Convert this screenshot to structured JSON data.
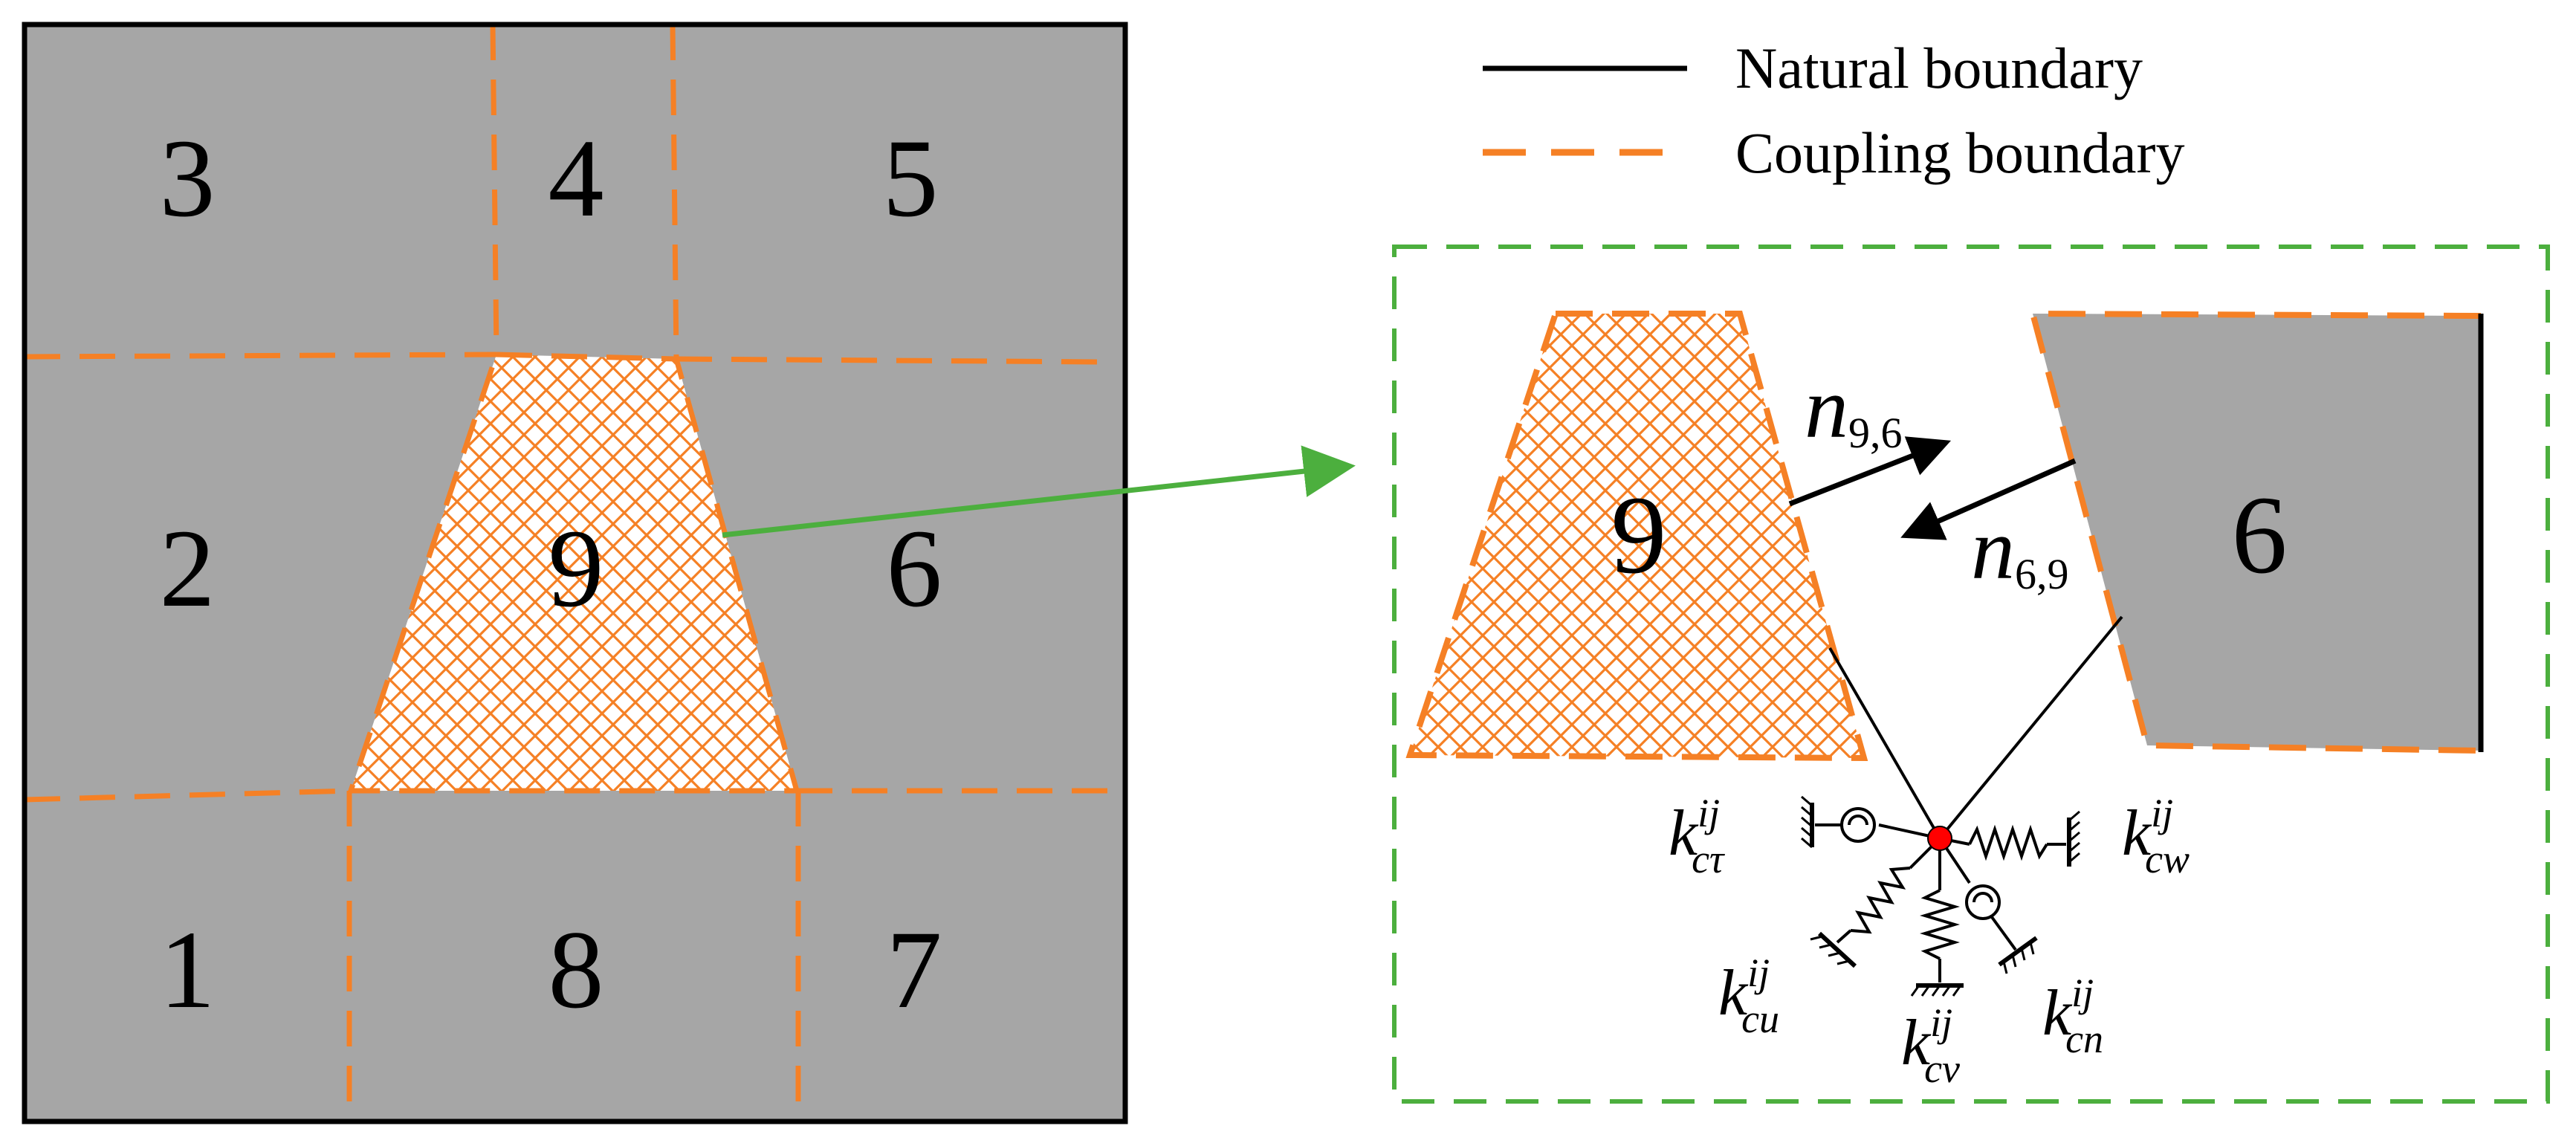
{
  "legend": {
    "natural_label": "Natural boundary",
    "coupling_label": "Coupling boundary"
  },
  "colors": {
    "region_fill": "#a6a6a6",
    "coupling": "#f58025",
    "frame": "#000000",
    "zoom_box": "#4caf3e",
    "node": "#ff0000"
  },
  "regions": {
    "r1": "1",
    "r2": "2",
    "r3": "3",
    "r4": "4",
    "r5": "5",
    "r6": "6",
    "r7": "7",
    "r8": "8",
    "r9": "9"
  },
  "zoom": {
    "label_9": "9",
    "label_6": "6",
    "normal_96": {
      "base": "n",
      "sub": "9,6"
    },
    "normal_69": {
      "base": "n",
      "sub": "6,9"
    }
  },
  "springs": {
    "k_ctau": {
      "base": "k",
      "sup": "ij",
      "sub": "cτ"
    },
    "k_cw": {
      "base": "k",
      "sup": "ij",
      "sub": "cw"
    },
    "k_cu": {
      "base": "k",
      "sup": "ij",
      "sub": "cu"
    },
    "k_cv": {
      "base": "k",
      "sup": "ij",
      "sub": "cv"
    },
    "k_cn": {
      "base": "k",
      "sup": "ij",
      "sub": "cn"
    }
  }
}
